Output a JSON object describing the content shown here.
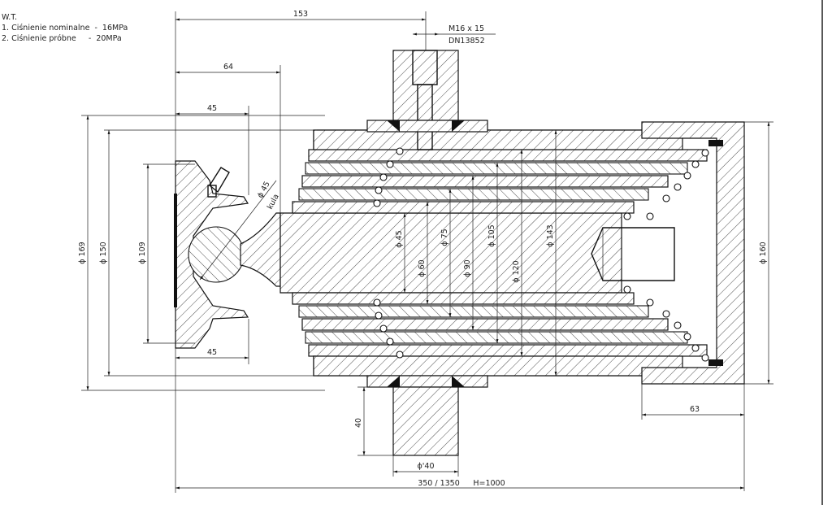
{
  "notes": {
    "heading": "W.T.",
    "line1": "1. Ciśnienie nominalne  -  16MPa",
    "line2": "2. Ciśnienie próbne     -  20MPa"
  },
  "dimensions": {
    "d153": "153",
    "d64": "64",
    "d45_top": "45",
    "d45_bottom": "45",
    "thread": "M16 x 15",
    "thread_std": "DN13852",
    "phi169": "ϕ 169",
    "phi150": "ϕ 150",
    "phi109": "ϕ 109",
    "phi45_kula": "ϕ 45",
    "kula": "kula",
    "phi45": "ϕ 45",
    "phi60": "ϕ 60",
    "phi75": "ϕ 75",
    "phi90": "ϕ 90",
    "phi105": "ϕ 105",
    "phi120": "ϕ 120",
    "phi143": "ϕ 143",
    "phi160": "ϕ 160",
    "d63": "63",
    "d40": "40",
    "phi40": "ϕ'40",
    "stroke": "350 / 1350",
    "height": "H=1000"
  }
}
